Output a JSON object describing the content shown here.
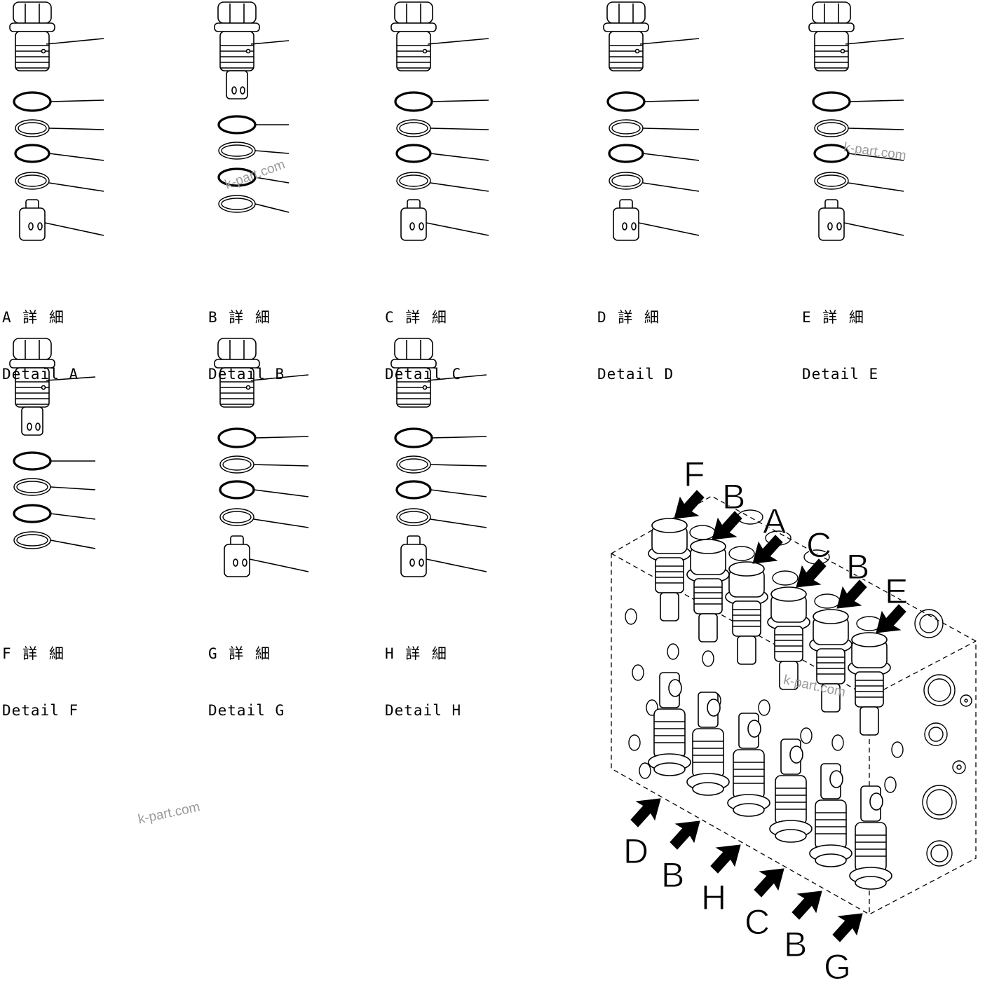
{
  "details": [
    {
      "id": "A",
      "jp": "A 詳 細",
      "en": "Detail A"
    },
    {
      "id": "B",
      "jp": "B 詳 細",
      "en": "Detail B"
    },
    {
      "id": "C",
      "jp": "C 詳 細",
      "en": "Detail C"
    },
    {
      "id": "D",
      "jp": "D 詳 細",
      "en": "Detail D"
    },
    {
      "id": "E",
      "jp": "E 詳 細",
      "en": "Detail E"
    },
    {
      "id": "F",
      "jp": "F 詳 細",
      "en": "Detail F"
    },
    {
      "id": "G",
      "jp": "G 詳 細",
      "en": "Detail G"
    },
    {
      "id": "H",
      "jp": "H 詳 細",
      "en": "Detail H"
    }
  ],
  "assembly_labels": {
    "top": [
      "F",
      "B",
      "A",
      "C",
      "B",
      "E"
    ],
    "bottom": [
      "D",
      "B",
      "H",
      "C",
      "B",
      "G"
    ]
  },
  "watermarks": [
    "k-part.com",
    "k-part.com",
    "k-part.com",
    "k-part.com"
  ]
}
